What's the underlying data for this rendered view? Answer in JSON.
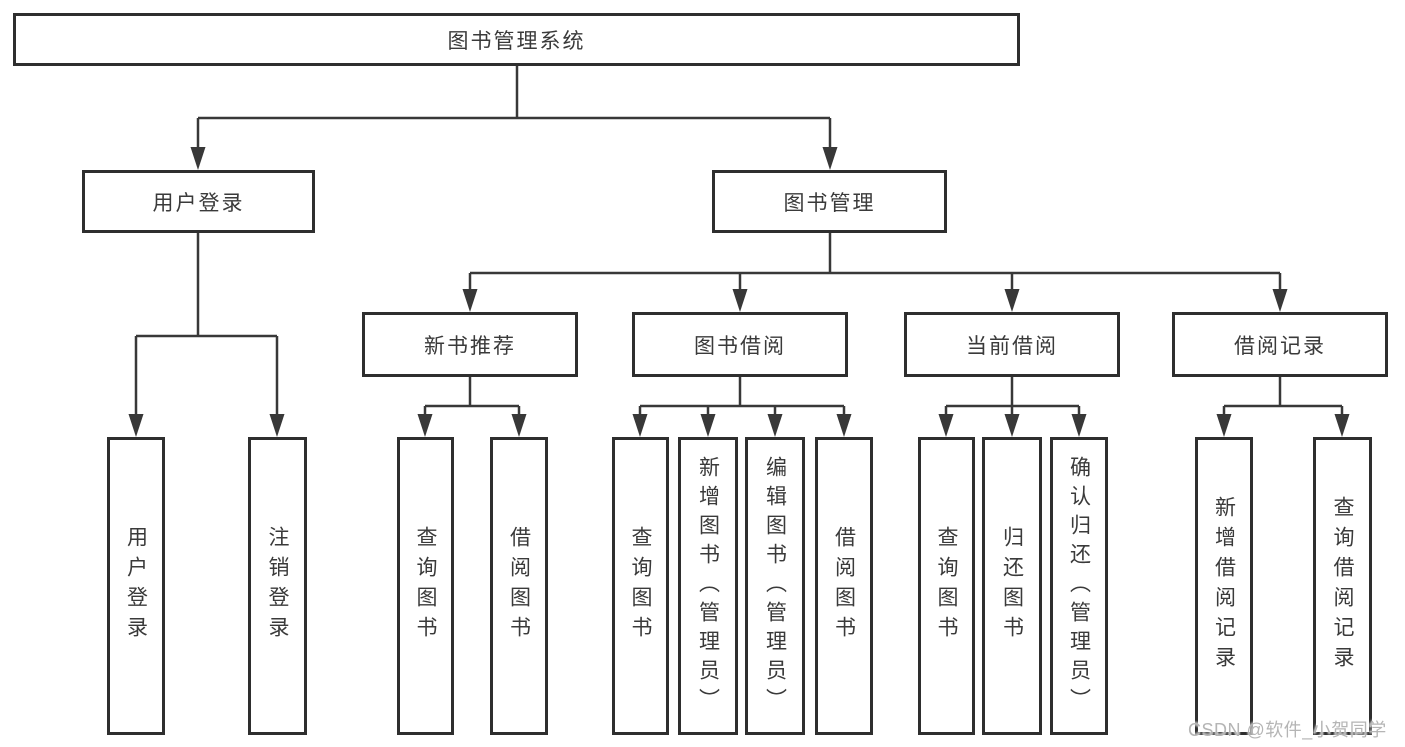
{
  "diagram_type": "hierarchy-tree",
  "tree": {
    "label": "图书管理系统",
    "children": [
      {
        "label": "用户登录",
        "children": [
          {
            "label": "用户登录"
          },
          {
            "label": "注销登录"
          }
        ]
      },
      {
        "label": "图书管理",
        "children": [
          {
            "label": "新书推荐",
            "children": [
              {
                "label": "查询图书"
              },
              {
                "label": "借阅图书"
              }
            ]
          },
          {
            "label": "图书借阅",
            "children": [
              {
                "label": "查询图书"
              },
              {
                "label": "新增图书（管理员）"
              },
              {
                "label": "编辑图书（管理员）"
              },
              {
                "label": "借阅图书"
              }
            ]
          },
          {
            "label": "当前借阅",
            "children": [
              {
                "label": "查询图书"
              },
              {
                "label": "归还图书"
              },
              {
                "label": "确认归还（管理员）"
              }
            ]
          },
          {
            "label": "借阅记录",
            "children": [
              {
                "label": "新增借阅记录"
              },
              {
                "label": "查询借阅记录"
              }
            ]
          }
        ]
      }
    ]
  },
  "watermark": {
    "text": "CSDN @软件_小贺同学"
  },
  "colors": {
    "background": "#ffffff",
    "box_border": "#2e2e2e",
    "connector_line": "#383838",
    "text": "#3a3a3a",
    "watermark": "#b5b5b5"
  }
}
